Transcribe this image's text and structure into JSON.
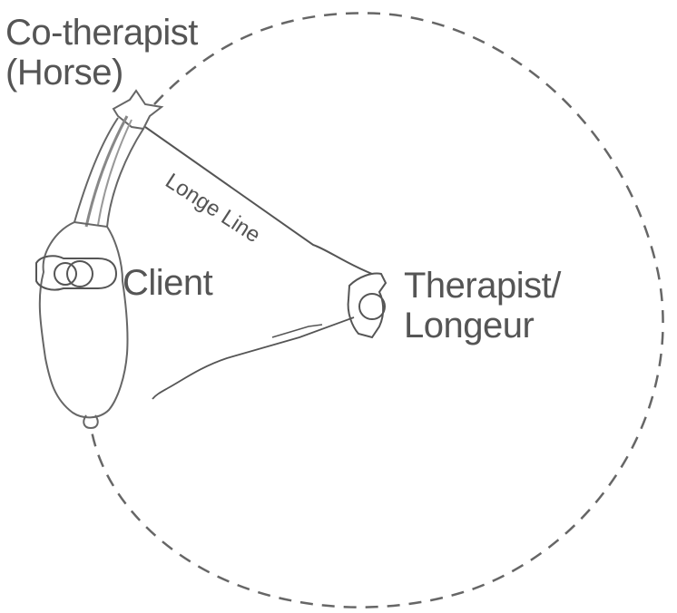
{
  "labels": {
    "cotherapist_line1": "Co-therapist",
    "cotherapist_line2": "(Horse)",
    "client": "Client",
    "therapist_line1": "Therapist/",
    "therapist_line2": "Longeur",
    "longe_line": "Longe Line"
  },
  "colors": {
    "ink": "#555555",
    "background": "#ffffff"
  }
}
